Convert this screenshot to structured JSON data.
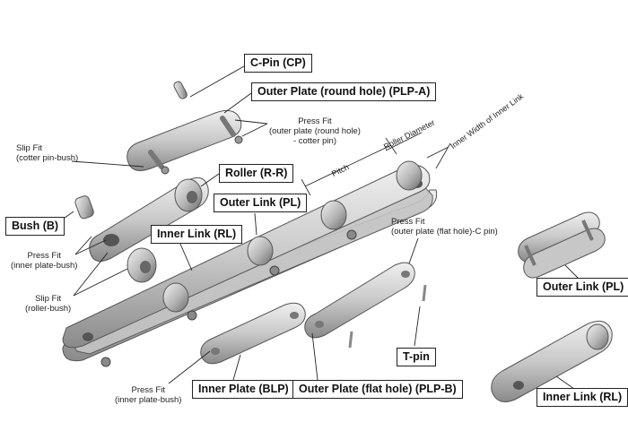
{
  "labels": {
    "c_pin": "C-Pin (CP)",
    "outer_plate_round": "Outer Plate (round hole) (PLP-A)",
    "roller": "Roller (R-R)",
    "outer_link": "Outer Link (PL)",
    "inner_link": "Inner Link (RL)",
    "bush": "Bush (B)",
    "inner_plate": "Inner Plate (BLP)",
    "outer_plate_flat": "Outer Plate (flat hole) (PLP-B)",
    "t_pin": "T-pin",
    "outer_link_side": "Outer Link (PL)",
    "inner_link_side": "Inner Link (RL)"
  },
  "notes": {
    "press_fit_outer_round": [
      "Press Fit",
      "(outer plate (round hole)",
      "- cotter pin)"
    ],
    "slip_fit_cotter": [
      "Slip Fit",
      "(cotter pin-bush)"
    ],
    "press_fit_inner_bush_left": [
      "Press Fit",
      "(inner plate-bush)"
    ],
    "slip_fit_roller": [
      "Slip Fit",
      "(roller-bush)"
    ],
    "press_fit_flat_cpin": [
      "Press Fit",
      "(outer plate (flat hole)-C pin)"
    ],
    "press_fit_inner_bush_bottom": [
      "Press Fit",
      "(inner plate-bush)"
    ]
  },
  "dimensions": {
    "pitch": "Pitch",
    "roller_diameter": "Roller Diameter",
    "inner_width": "Inner Width of Inner Link"
  },
  "colors": {
    "metal_light": "#d8d8d8",
    "metal_mid": "#a9a9a9",
    "metal_dark": "#6f6f6f",
    "line": "#222222"
  }
}
